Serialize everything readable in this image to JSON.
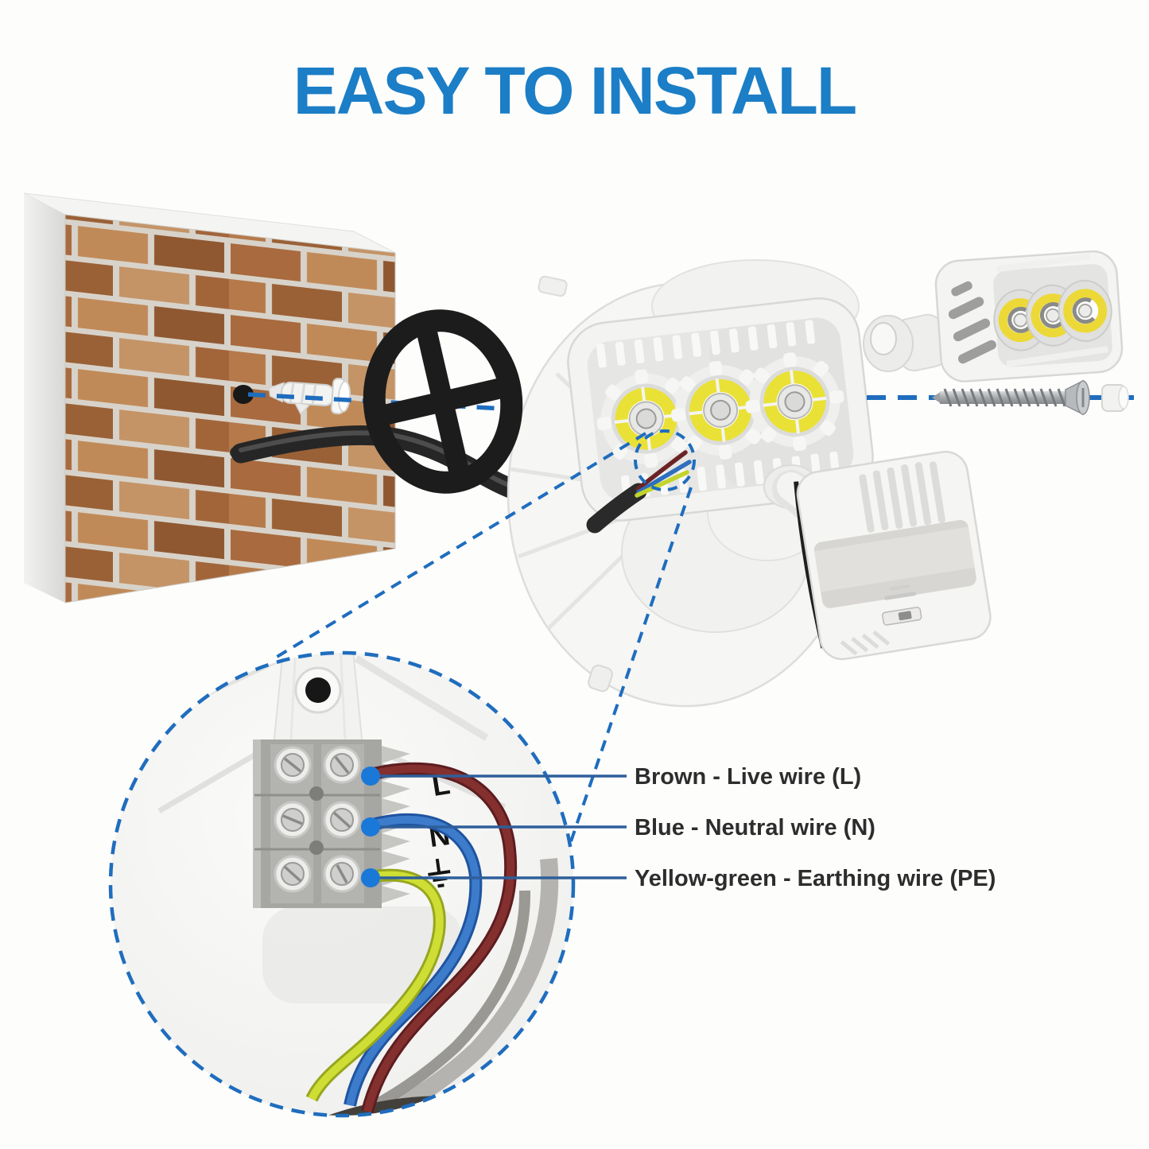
{
  "title": "EASY TO INSTALL",
  "colors": {
    "accent_blue": "#1b7ec6",
    "dashed_guide_blue": "#1f6dbe",
    "callout_line_blue": "#2e5f9b",
    "dot_blue": "#1a78d8",
    "wire_brown": "#7b2a2c",
    "wire_blue": "#2f6cc0",
    "wire_yellow_green": "#bfcf2e",
    "brick": "#a86a3e",
    "mortar": "#d8d3ca",
    "plastic_white": "#f3f3f1",
    "gasket_black": "#1c1c1c"
  },
  "icons": {
    "earth_ground": "earth-ground-symbol"
  },
  "wiring": {
    "terminal_live_label": "L",
    "terminal_neutral_label": "N",
    "callouts": [
      {
        "label": "Brown - Live wire (L)"
      },
      {
        "label": "Blue - Neutral wire (N)"
      },
      {
        "label": "Yellow-green - Earthing wire (PE)"
      }
    ]
  }
}
